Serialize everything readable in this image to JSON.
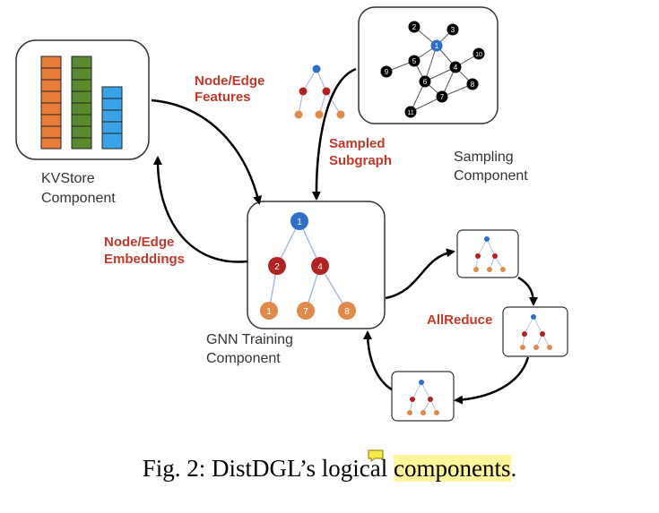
{
  "labels": {
    "node_edge_features_1": "Node/Edge",
    "node_edge_features_2": "Features",
    "sampled_subgraph_1": "Sampled",
    "sampled_subgraph_2": "Subgraph",
    "sampling_component_1": "Sampling",
    "sampling_component_2": "Component",
    "kvstore_component_1": "KVStore",
    "kvstore_component_2": "Component",
    "node_edge_embeddings_1": "Node/Edge",
    "node_edge_embeddings_2": "Embeddings",
    "gnn_training_1": "GNN Training",
    "gnn_training_2": "Component",
    "allreduce": "AllReduce"
  },
  "sampling_graph_nodes": [
    "1",
    "2",
    "3",
    "4",
    "5",
    "6",
    "7",
    "8",
    "9",
    "10",
    "11"
  ],
  "training_tree_nodes": {
    "root": "1",
    "mid_left": "2",
    "mid_right": "4",
    "leaf_1": "1",
    "leaf_2": "7",
    "leaf_3": "8"
  },
  "caption": {
    "prefix": "Fig. 2: DistDGL’s logical ",
    "highlight": "components",
    "suffix": "."
  },
  "colors": {
    "blue": "#2e6fc7",
    "red": "#b22222",
    "orange": "#e08a4c",
    "label_red": "#c0392b",
    "green": "#5a8a2e",
    "bar_orange": "#e87d3a",
    "bar_blue": "#3aa3e8"
  }
}
